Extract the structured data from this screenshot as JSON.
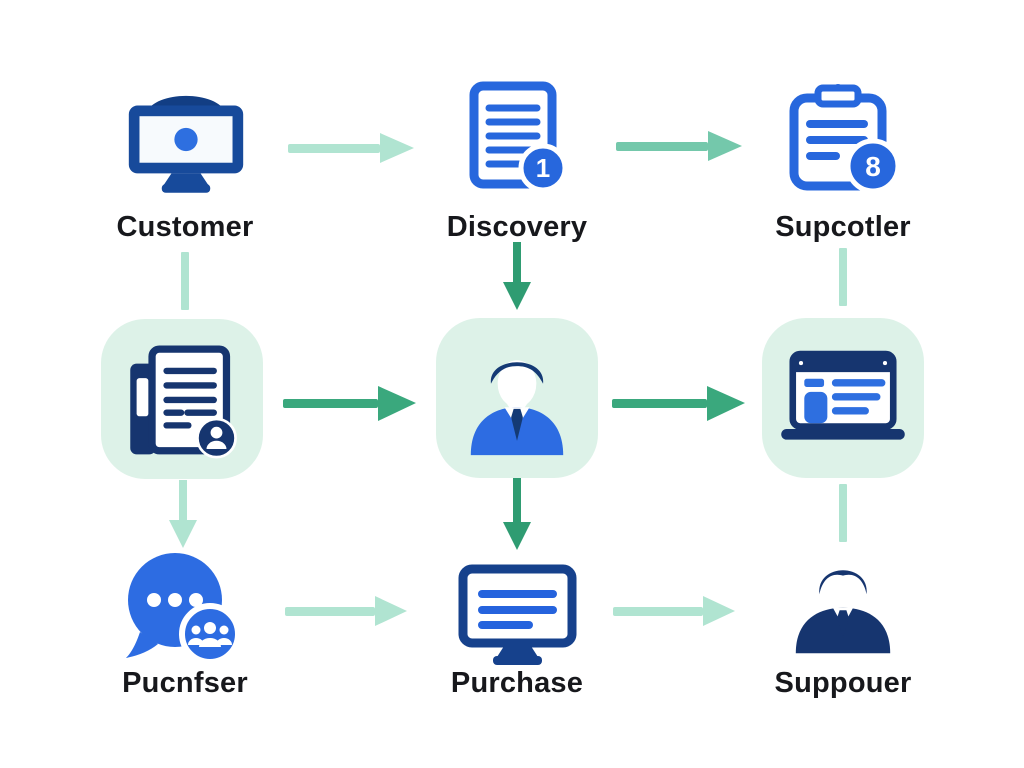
{
  "diagram": {
    "type": "flow-diagram",
    "background": "#ffffff",
    "grid": "3x3 nodes connected by arrows"
  },
  "colors": {
    "label_text": "#17181c",
    "navy": "#16356f",
    "monitor_blue": "#174a9b",
    "outline_blue": "#2767dd",
    "accent_blue": "#2e6fe0",
    "suit_blue": "#2d6ce2",
    "tile_mint": "#ddf2e8",
    "arrow_pale": "#b0e4d1",
    "arrow_teal": "#74c8ab",
    "arrow_green": "#3aa87d",
    "arrow_dark_green": "#2f9c72",
    "badge_fill": "#2767dd",
    "badge_text": "#ffffff"
  },
  "nodes": {
    "customer": {
      "label": "Customer",
      "icon": "monitor-with-dot-icon"
    },
    "discovery": {
      "label": "Discovery",
      "icon": "document-lines-icon",
      "badge": "1"
    },
    "supplier": {
      "label": "Supcotler",
      "icon": "clipboard-lines-icon",
      "badge": "8"
    },
    "catalog_tile": {
      "icon": "document-with-person-icon"
    },
    "agent_tile": {
      "icon": "businessperson-icon"
    },
    "laptop_tile": {
      "icon": "laptop-browser-icon"
    },
    "chat": {
      "label": "Pucnfser",
      "icon": "chat-bubble-group-icon"
    },
    "purchase": {
      "label": "Purchase",
      "icon": "monitor-lines-icon"
    },
    "support": {
      "label": "Suppouer",
      "icon": "person-silhouette-icon"
    }
  },
  "arrows": [
    {
      "from": "customer",
      "to": "discovery",
      "direction": "right",
      "style": "pale",
      "arrowhead": true
    },
    {
      "from": "discovery",
      "to": "supplier",
      "direction": "right",
      "style": "teal",
      "arrowhead": true
    },
    {
      "from": "customer",
      "to": "catalog_tile",
      "direction": "down",
      "style": "pale",
      "arrowhead": false
    },
    {
      "from": "discovery",
      "to": "agent_tile",
      "direction": "down",
      "style": "dark_green",
      "arrowhead": true
    },
    {
      "from": "supplier",
      "to": "laptop_tile",
      "direction": "down",
      "style": "pale",
      "arrowhead": false
    },
    {
      "from": "catalog_tile",
      "to": "agent_tile",
      "direction": "right",
      "style": "green",
      "arrowhead": true
    },
    {
      "from": "agent_tile",
      "to": "laptop_tile",
      "direction": "right",
      "style": "green",
      "arrowhead": true
    },
    {
      "from": "catalog_tile",
      "to": "chat",
      "direction": "down",
      "style": "pale",
      "arrowhead": true
    },
    {
      "from": "agent_tile",
      "to": "purchase",
      "direction": "down",
      "style": "dark_green",
      "arrowhead": true
    },
    {
      "from": "laptop_tile",
      "to": "support",
      "direction": "down",
      "style": "pale",
      "arrowhead": false
    },
    {
      "from": "chat",
      "to": "purchase",
      "direction": "right",
      "style": "pale",
      "arrowhead": true
    },
    {
      "from": "purchase",
      "to": "support",
      "direction": "right",
      "style": "pale",
      "arrowhead": true
    }
  ]
}
